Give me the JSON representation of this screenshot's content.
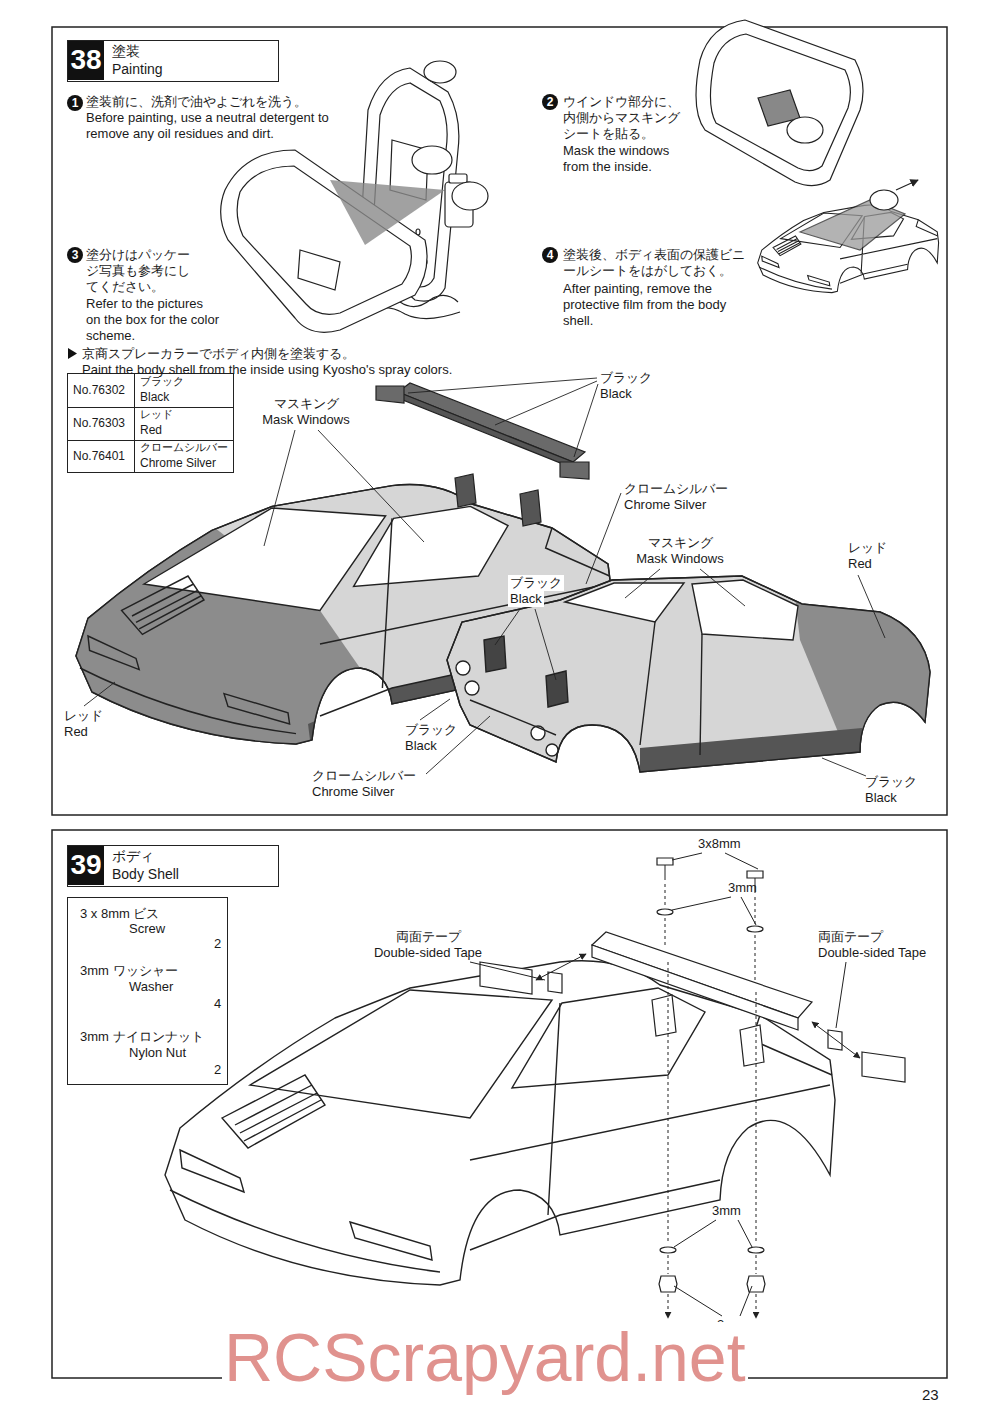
{
  "diagram": {
    "nodes": [
      {
        "text": [
          "塗装",
          "Painting"
        ]
      },
      {
        "text": [
          "38"
        ],
        "in": 0
      },
      {
        "text": [
          "No.76302",
          "ブラック",
          "Black",
          "No.76303",
          "レッド",
          "Red",
          "No.76401",
          "クロームシルバー",
          "Chrome Silver"
        ]
      },
      {
        "text": [
          "ボディ",
          "Body Shell"
        ]
      },
      {
        "text": [
          "39"
        ],
        "in": 3
      },
      {
        "text": [
          "3 x 8mm ビス",
          "Screw",
          "2",
          "3mm ワッシャー",
          "Washer",
          "4",
          "3mm ナイロンナット",
          "Nylon Nut",
          "2"
        ]
      }
    ],
    "labels": [
      "1",
      "塗装前に、洗剤で油やよごれを洗う。",
      "Before painting, use a neutral detergent to remove any oil residues and dirt.",
      "2",
      "ウインドウ部分に、内側からマスキングシートを貼る。",
      "Mask the windows from the inside.",
      "3",
      "塗分けはパッケージ写真も参考にしてください。",
      "Refer to the pictures on the box for the color scheme.",
      "4",
      "塗装後、ボディ表面の保護ビニールシートをはがしておく。",
      "After painting, remove the protective film from the body shell.",
      "京商スプレーカラーでボディ内側を塗装する。",
      "Paint the body shell from the inside using Kyosho's spray colors.",
      "ブラック",
      "Black",
      "マスキング",
      "Mask Windows",
      "クロームシルバー",
      "Chrome Silver",
      "マスキング",
      "Mask Windows",
      "レッド",
      "Red",
      "ブラック",
      "Black",
      "レッド",
      "Red",
      "ブラック",
      "Black",
      "クロームシルバー",
      "Chrome Silver",
      "ブラック",
      "Black",
      "3x8mm",
      "3mm",
      "両面テープ",
      "Double-sided Tape",
      "両面テープ",
      "Double-sided Tape",
      "3mm",
      "3mm",
      "RCScrapyard.net",
      "23"
    ]
  }
}
